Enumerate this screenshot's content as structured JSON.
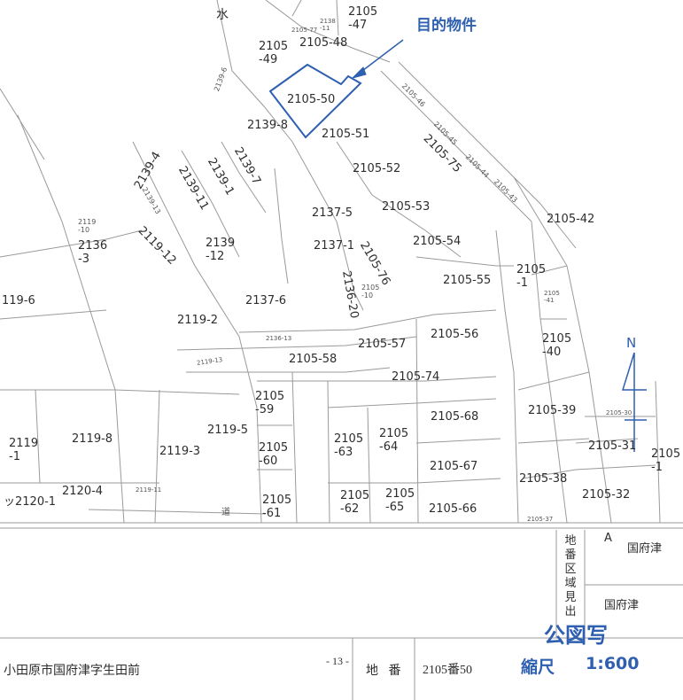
{
  "annotation": {
    "target_label": "目的物件"
  },
  "parcels": [
    {
      "id": "p_2105_47",
      "text": "2105\n-47"
    },
    {
      "id": "p_2105_48",
      "text": "2105-48"
    },
    {
      "id": "p_2105_49",
      "text": "2105\n-49"
    },
    {
      "id": "p_2105_50",
      "text": "2105-50"
    },
    {
      "id": "p_2139_8",
      "text": "2139-8"
    },
    {
      "id": "p_2105_51",
      "text": "2105-51"
    },
    {
      "id": "p_2105_52",
      "text": "2105-52"
    },
    {
      "id": "p_2105_53",
      "text": "2105-53"
    },
    {
      "id": "p_2137_5",
      "text": "2137-5"
    },
    {
      "id": "p_2105_42",
      "text": "2105-42"
    },
    {
      "id": "p_2105_54",
      "text": "2105-54"
    },
    {
      "id": "p_2137_1",
      "text": "2137-1"
    },
    {
      "id": "p_2119_10",
      "text": "2119\n-10"
    },
    {
      "id": "p_2136_3",
      "text": "2136\n-3"
    },
    {
      "id": "p_2139_12",
      "text": "2139\n-12"
    },
    {
      "id": "p_2105_55",
      "text": "2105-55"
    },
    {
      "id": "p_2105_1",
      "text": "2105\n-1"
    },
    {
      "id": "p_2105_10",
      "text": "2105\n-10"
    },
    {
      "id": "p_2119_6",
      "text": "119-6"
    },
    {
      "id": "p_2137_6",
      "text": "2137-6"
    },
    {
      "id": "p_2119_2",
      "text": "2119-2"
    },
    {
      "id": "p_2105_56",
      "text": "2105-56"
    },
    {
      "id": "p_2136_13",
      "text": "2136-13"
    },
    {
      "id": "p_2105_57",
      "text": "2105-57"
    },
    {
      "id": "p_2105_40",
      "text": "2105\n-40"
    },
    {
      "id": "p_2105_58",
      "text": "2105-58"
    },
    {
      "id": "p_2119_13",
      "text": "2119-13"
    },
    {
      "id": "p_2105_74",
      "text": "2105-74"
    },
    {
      "id": "p_2105_59",
      "text": "2105\n-59"
    },
    {
      "id": "p_2105_68",
      "text": "2105-68"
    },
    {
      "id": "p_2105_39",
      "text": "2105-39"
    },
    {
      "id": "p_2105_30",
      "text": "2105-30"
    },
    {
      "id": "p_2119_5",
      "text": "2119-5"
    },
    {
      "id": "p_2105_63",
      "text": "2105\n-63"
    },
    {
      "id": "p_2105_64",
      "text": "2105\n-64"
    },
    {
      "id": "p_2119_1",
      "text": "2119\n-1"
    },
    {
      "id": "p_2119_8",
      "text": "2119-8"
    },
    {
      "id": "p_2119_3",
      "text": "2119-3"
    },
    {
      "id": "p_2105_60",
      "text": "2105\n-60"
    },
    {
      "id": "p_2105_31",
      "text": "2105-31"
    },
    {
      "id": "p_2105_1b",
      "text": "2105\n-1"
    },
    {
      "id": "p_2105_67",
      "text": "2105-67"
    },
    {
      "id": "p_2105_38",
      "text": "2105-38"
    },
    {
      "id": "p_2120_4",
      "text": "2120-4"
    },
    {
      "id": "p_2119_11",
      "text": "2119-11"
    },
    {
      "id": "p_2120_1",
      "text": "ッ2120-1"
    },
    {
      "id": "p_2105_61",
      "text": "2105\n-61"
    },
    {
      "id": "p_2105_62",
      "text": "2105\n-62"
    },
    {
      "id": "p_2105_65",
      "text": "2105\n-65"
    },
    {
      "id": "p_2105_66",
      "text": "2105-66"
    },
    {
      "id": "p_2105_32",
      "text": "2105-32"
    },
    {
      "id": "p_2105_37",
      "text": "2105-37"
    },
    {
      "id": "p_2105_41",
      "text": "2105\n-41"
    },
    {
      "id": "p_2105_77",
      "text": "2105-77"
    },
    {
      "id": "p_2138_11",
      "text": "2138\n-11"
    }
  ],
  "rotated_labels": [
    {
      "id": "r_2139_6",
      "text": "2139-6"
    },
    {
      "id": "r_2105_46",
      "text": "2105-46"
    },
    {
      "id": "r_2105_45",
      "text": "2105-45"
    },
    {
      "id": "r_2105_75",
      "text": "2105-75"
    },
    {
      "id": "r_2105_44",
      "text": "2105-44"
    },
    {
      "id": "r_2105_43",
      "text": "2105-43"
    },
    {
      "id": "r_2139_4",
      "text": "2139-4"
    },
    {
      "id": "r_2139_13",
      "text": "2139-13"
    },
    {
      "id": "r_2139_11",
      "text": "2139-11"
    },
    {
      "id": "r_2139_1",
      "text": "2139-1"
    },
    {
      "id": "r_2139_7",
      "text": "2139-7"
    },
    {
      "id": "r_2119_12",
      "text": "2119-12"
    },
    {
      "id": "r_2105_76",
      "text": "2105-76"
    },
    {
      "id": "r_2136_20",
      "text": "2136-20"
    }
  ],
  "map_text": {
    "water": "水",
    "road": "道"
  },
  "north": {
    "label": "N"
  },
  "legend": {
    "chiban_kuiki_title": "地番区域見出",
    "area_a_marker": "A",
    "area_a_name": "国府津",
    "area_name_2": "国府津"
  },
  "footer": {
    "location": "小田原市国府津字生田前",
    "page_number": "- 13 -",
    "chiban_label": "地 番",
    "chiban_value": "2105番50",
    "map_title": "公図写",
    "scale_label": "縮尺",
    "scale_value": "1:600"
  },
  "colors": {
    "annotation_blue": "#2e5fb0",
    "line_gray": "#9a9a9a",
    "text": "#2d2d2d"
  }
}
